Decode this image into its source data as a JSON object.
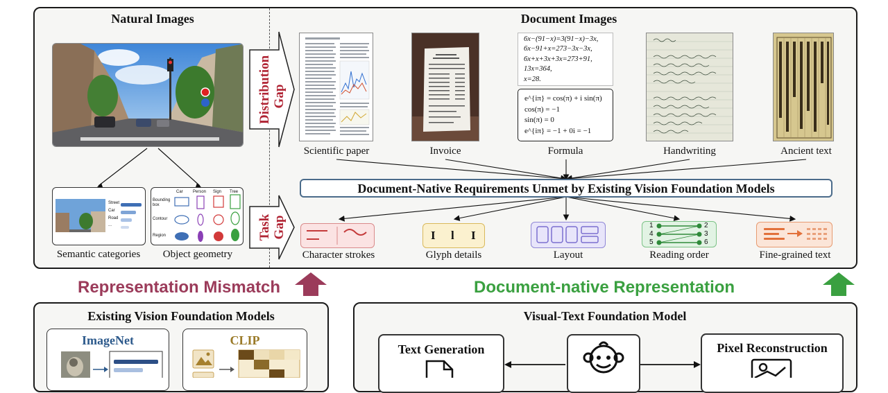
{
  "top": {
    "natural_title": "Natural Images",
    "document_title": "Document Images",
    "natural_captions": [
      "Semantic categories",
      "Object geometry"
    ],
    "semantic_labels": [
      "Street",
      "Car",
      "Road",
      "..."
    ],
    "geometry_columns": [
      "Car",
      "Person",
      "Sign",
      "Tree"
    ],
    "geometry_rows": [
      "Bounding box",
      "Contour",
      "Region"
    ],
    "distribution_gap": [
      "Distribution",
      "Gap"
    ],
    "task_gap": [
      "Task",
      "Gap"
    ],
    "documents": [
      "Scientific paper",
      "Invoice",
      "Formula",
      "Handwriting",
      "Ancient text"
    ],
    "formula_lines_top": [
      "6x−(91−x)=3(91−x)−3x,",
      "6x−91+x=273−3x−3x,",
      "6x+x+3x+3x=273+91,",
      "13x=364,",
      "x=28."
    ],
    "formula_lines_bottom": [
      "e^{iπ} = cos(π) + i sin(π)",
      "cos(π) = −1",
      "sin(π) = 0",
      "e^{iπ} = −1 + 0i = −1"
    ],
    "requirements_title": "Document-Native Requirements Unmet by Existing Vision Foundation Models",
    "requirements": [
      "Character strokes",
      "Glyph details",
      "Layout",
      "Reading order",
      "Fine-grained text"
    ],
    "glyph_letters": [
      "I",
      "l",
      "I"
    ],
    "reading_numbers": [
      "1",
      "2",
      "3",
      "4",
      "5",
      "6"
    ]
  },
  "middle": {
    "mismatch": "Representation Mismatch",
    "native": "Document-native Representation"
  },
  "bottom": {
    "existing_title": "Existing Vision Foundation Models",
    "imagenet": "ImageNet",
    "clip": "CLIP",
    "vtfm_title": "Visual-Text Foundation Model",
    "text_generation": "Text Generation",
    "pixel_reconstruction": "Pixel Reconstruction"
  },
  "colors": {
    "mismatch": "#9b3b5a",
    "native": "#3aa040",
    "gap": "#b02434"
  }
}
